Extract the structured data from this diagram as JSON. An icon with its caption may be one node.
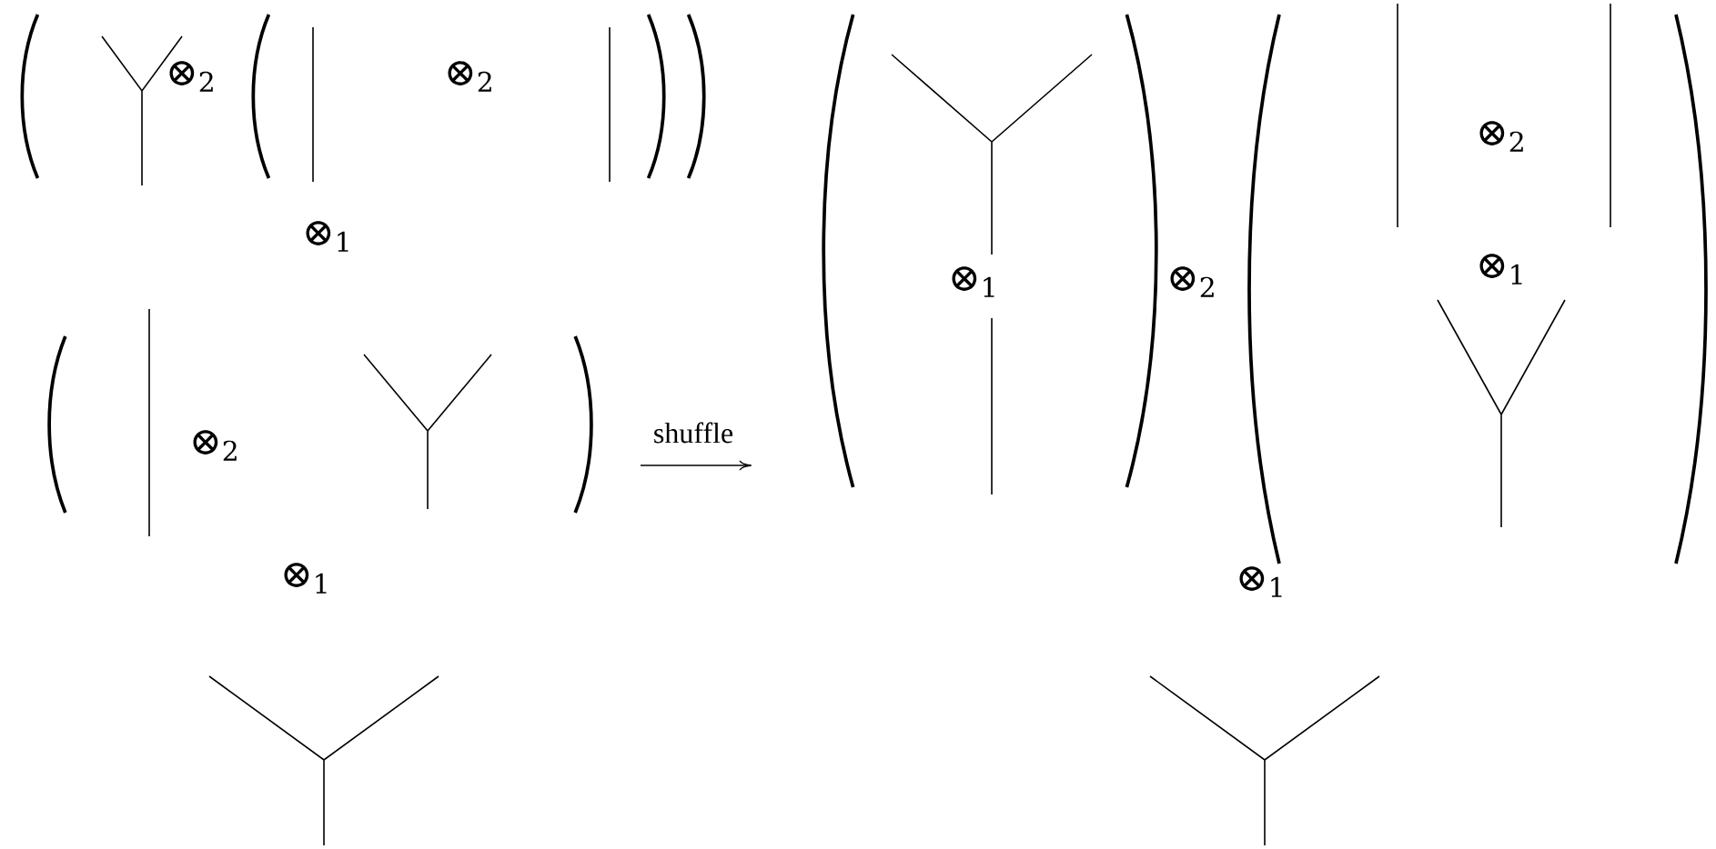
{
  "diagram": {
    "labels": [
      "⊗$_{2}$",
      "⊗$_{2}$",
      "⊗$_{2}$",
      "⊗$_{1}$",
      "⊗$_{1}$",
      "⊗$_{2}$",
      "⊗$_{1}$",
      "⊗$_{2}$",
      "shuffle",
      "⊗$_{1}$",
      "⊗$_{1}$"
    ]
  }
}
